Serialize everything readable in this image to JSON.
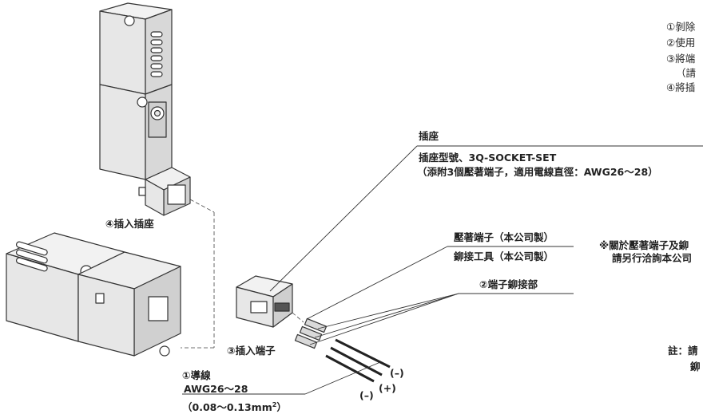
{
  "steps": {
    "s1": "①剝除",
    "s2": "②使用",
    "s3": "③將端",
    "s3b": "（請",
    "s4": "④將插"
  },
  "socket": {
    "title": "插座",
    "model": "插座型號、3Q-SOCKET-SET",
    "note": "（添附3個壓著端子，適用電線直徑：AWG26～28）"
  },
  "terminal": {
    "crimp": "壓著端子（本公司製）",
    "tool": "鉚接工具（本公司製）",
    "crimp_part": "②端子鉚接部"
  },
  "side_note": {
    "line1": "※關於壓著端子及鉚",
    "line2": "請另行洽詢本公司"
  },
  "labels": {
    "insert_socket": "④插入插座",
    "insert_terminal": "③插入端子",
    "wire": "①導線",
    "awg": "AWG26～28",
    "area": "（0.08～0.13mm",
    "area_sup": "2",
    "area_close": "）",
    "minus_top": "(–)",
    "plus": "(+)",
    "minus_bottom": "(–)"
  },
  "footnote": {
    "line1": "註：請",
    "line2": "鉚"
  }
}
